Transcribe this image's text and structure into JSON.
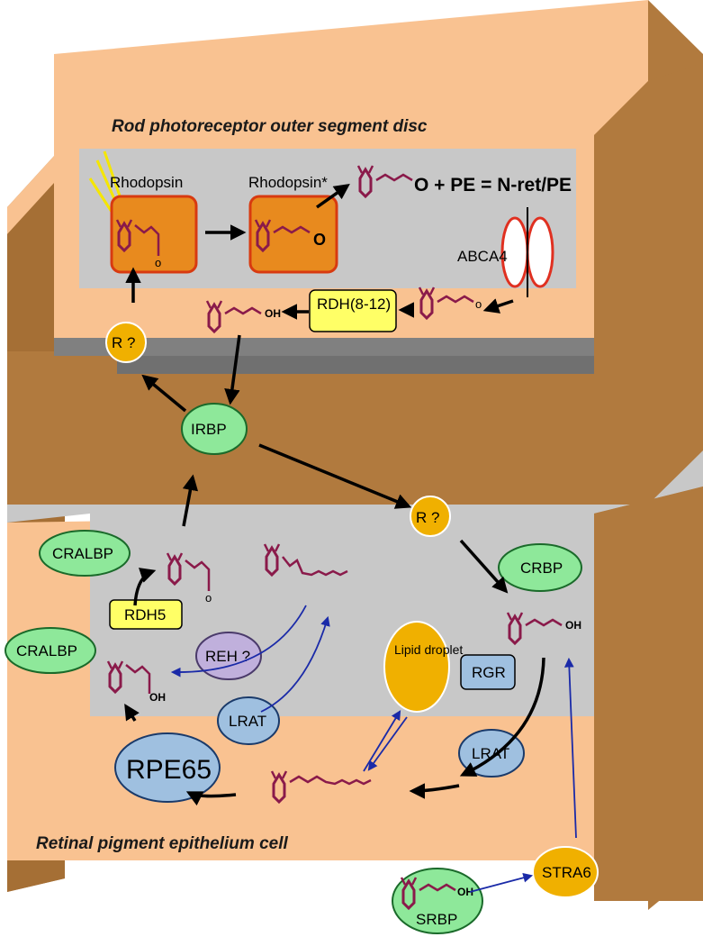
{
  "titles": {
    "rod": "Rod photoreceptor outer segment disc",
    "rpe": "Retinal pigment epithelium cell"
  },
  "labels": {
    "rhodopsin": "Rhodopsin",
    "rhodopsin_star": "Rhodopsin*",
    "pe_equation": "O + PE = N-ret/PE",
    "abca4": "ABCA4",
    "rdh812": "RDH(8-12)",
    "r1": "R ?",
    "irbp": "IRBP",
    "r2": "R ?",
    "cralbp1": "CRALBP",
    "cralbp2": "CRALBP",
    "rdh5": "RDH5",
    "reh": "REH ?",
    "lrat1": "LRAT",
    "rpe65": "RPE65",
    "lipid": "Lipid droplet",
    "rgr": "RGR",
    "crbp": "CRBP",
    "lrat2": "LRAT",
    "stra6": "STRA6",
    "srbp": "SRBP"
  },
  "colors": {
    "cell": "#f9c291",
    "wall": "#b17a3e",
    "grey": "#c8c8c8",
    "green": "#8ee89a",
    "yellow": "#ffff66",
    "orange": "#f0b000",
    "blue": "#9fc0e0",
    "purple": "#c0b0dc",
    "rhodo": "#e88a1e",
    "retinoid": "#8a1a4a",
    "blue_arrow": "#1a2aa8"
  }
}
